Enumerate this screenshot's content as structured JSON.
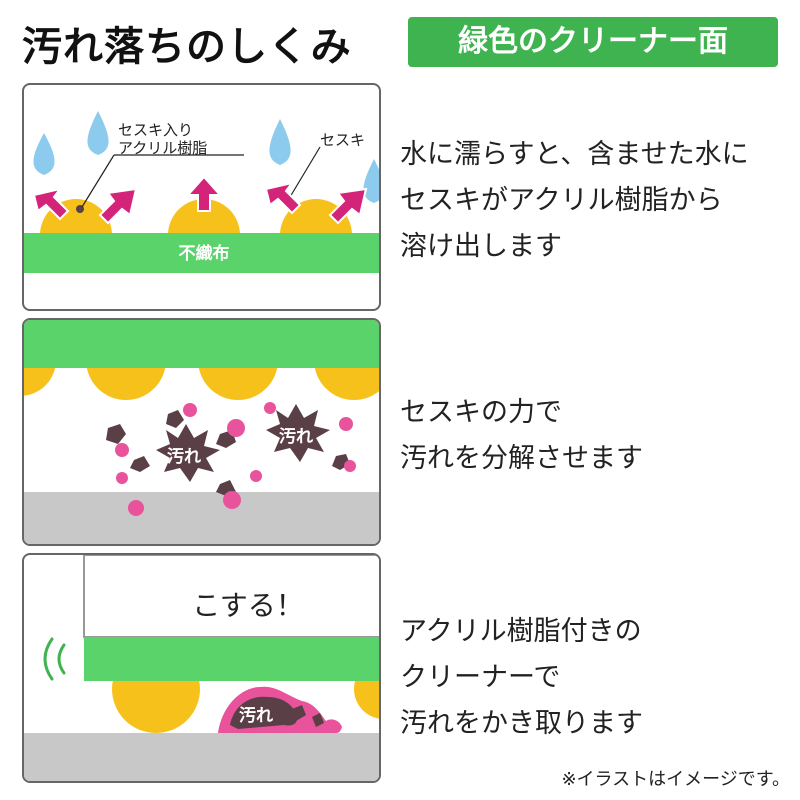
{
  "header": {
    "title": "汚れ落ちのしくみ",
    "badge": "緑色のクリーナー面"
  },
  "panels": [
    {
      "labels": {
        "sesuki_acrylic_line1": "セスキ入り",
        "sesuki_acrylic_line2": "アクリル樹脂",
        "sesuki": "セスキ",
        "fabric": "不織布"
      },
      "description": [
        "水に濡らすと、含ませた水に",
        "セスキがアクリル樹脂から",
        "溶け出します"
      ]
    },
    {
      "labels": {
        "dirt_left": "汚れ",
        "dirt_right": "汚れ"
      },
      "description": [
        "セスキの力で",
        "汚れを分解させます"
      ]
    },
    {
      "labels": {
        "rub": "こする！",
        "dirt": "汚れ"
      },
      "description": [
        "アクリル樹脂付きの",
        "クリーナーで",
        "汚れをかき取ります"
      ]
    }
  ],
  "footnote": "※イラストはイメージです。",
  "colors": {
    "green": "#3fb34f",
    "fabric_green": "#5ad36a",
    "yellow": "#f7c11c",
    "pink": "#e8539b",
    "magenta_arrow": "#d4247a",
    "dirt": "#5a3f46",
    "drop_blue": "#8ccbed",
    "floor_gray": "#c8c8c8"
  }
}
